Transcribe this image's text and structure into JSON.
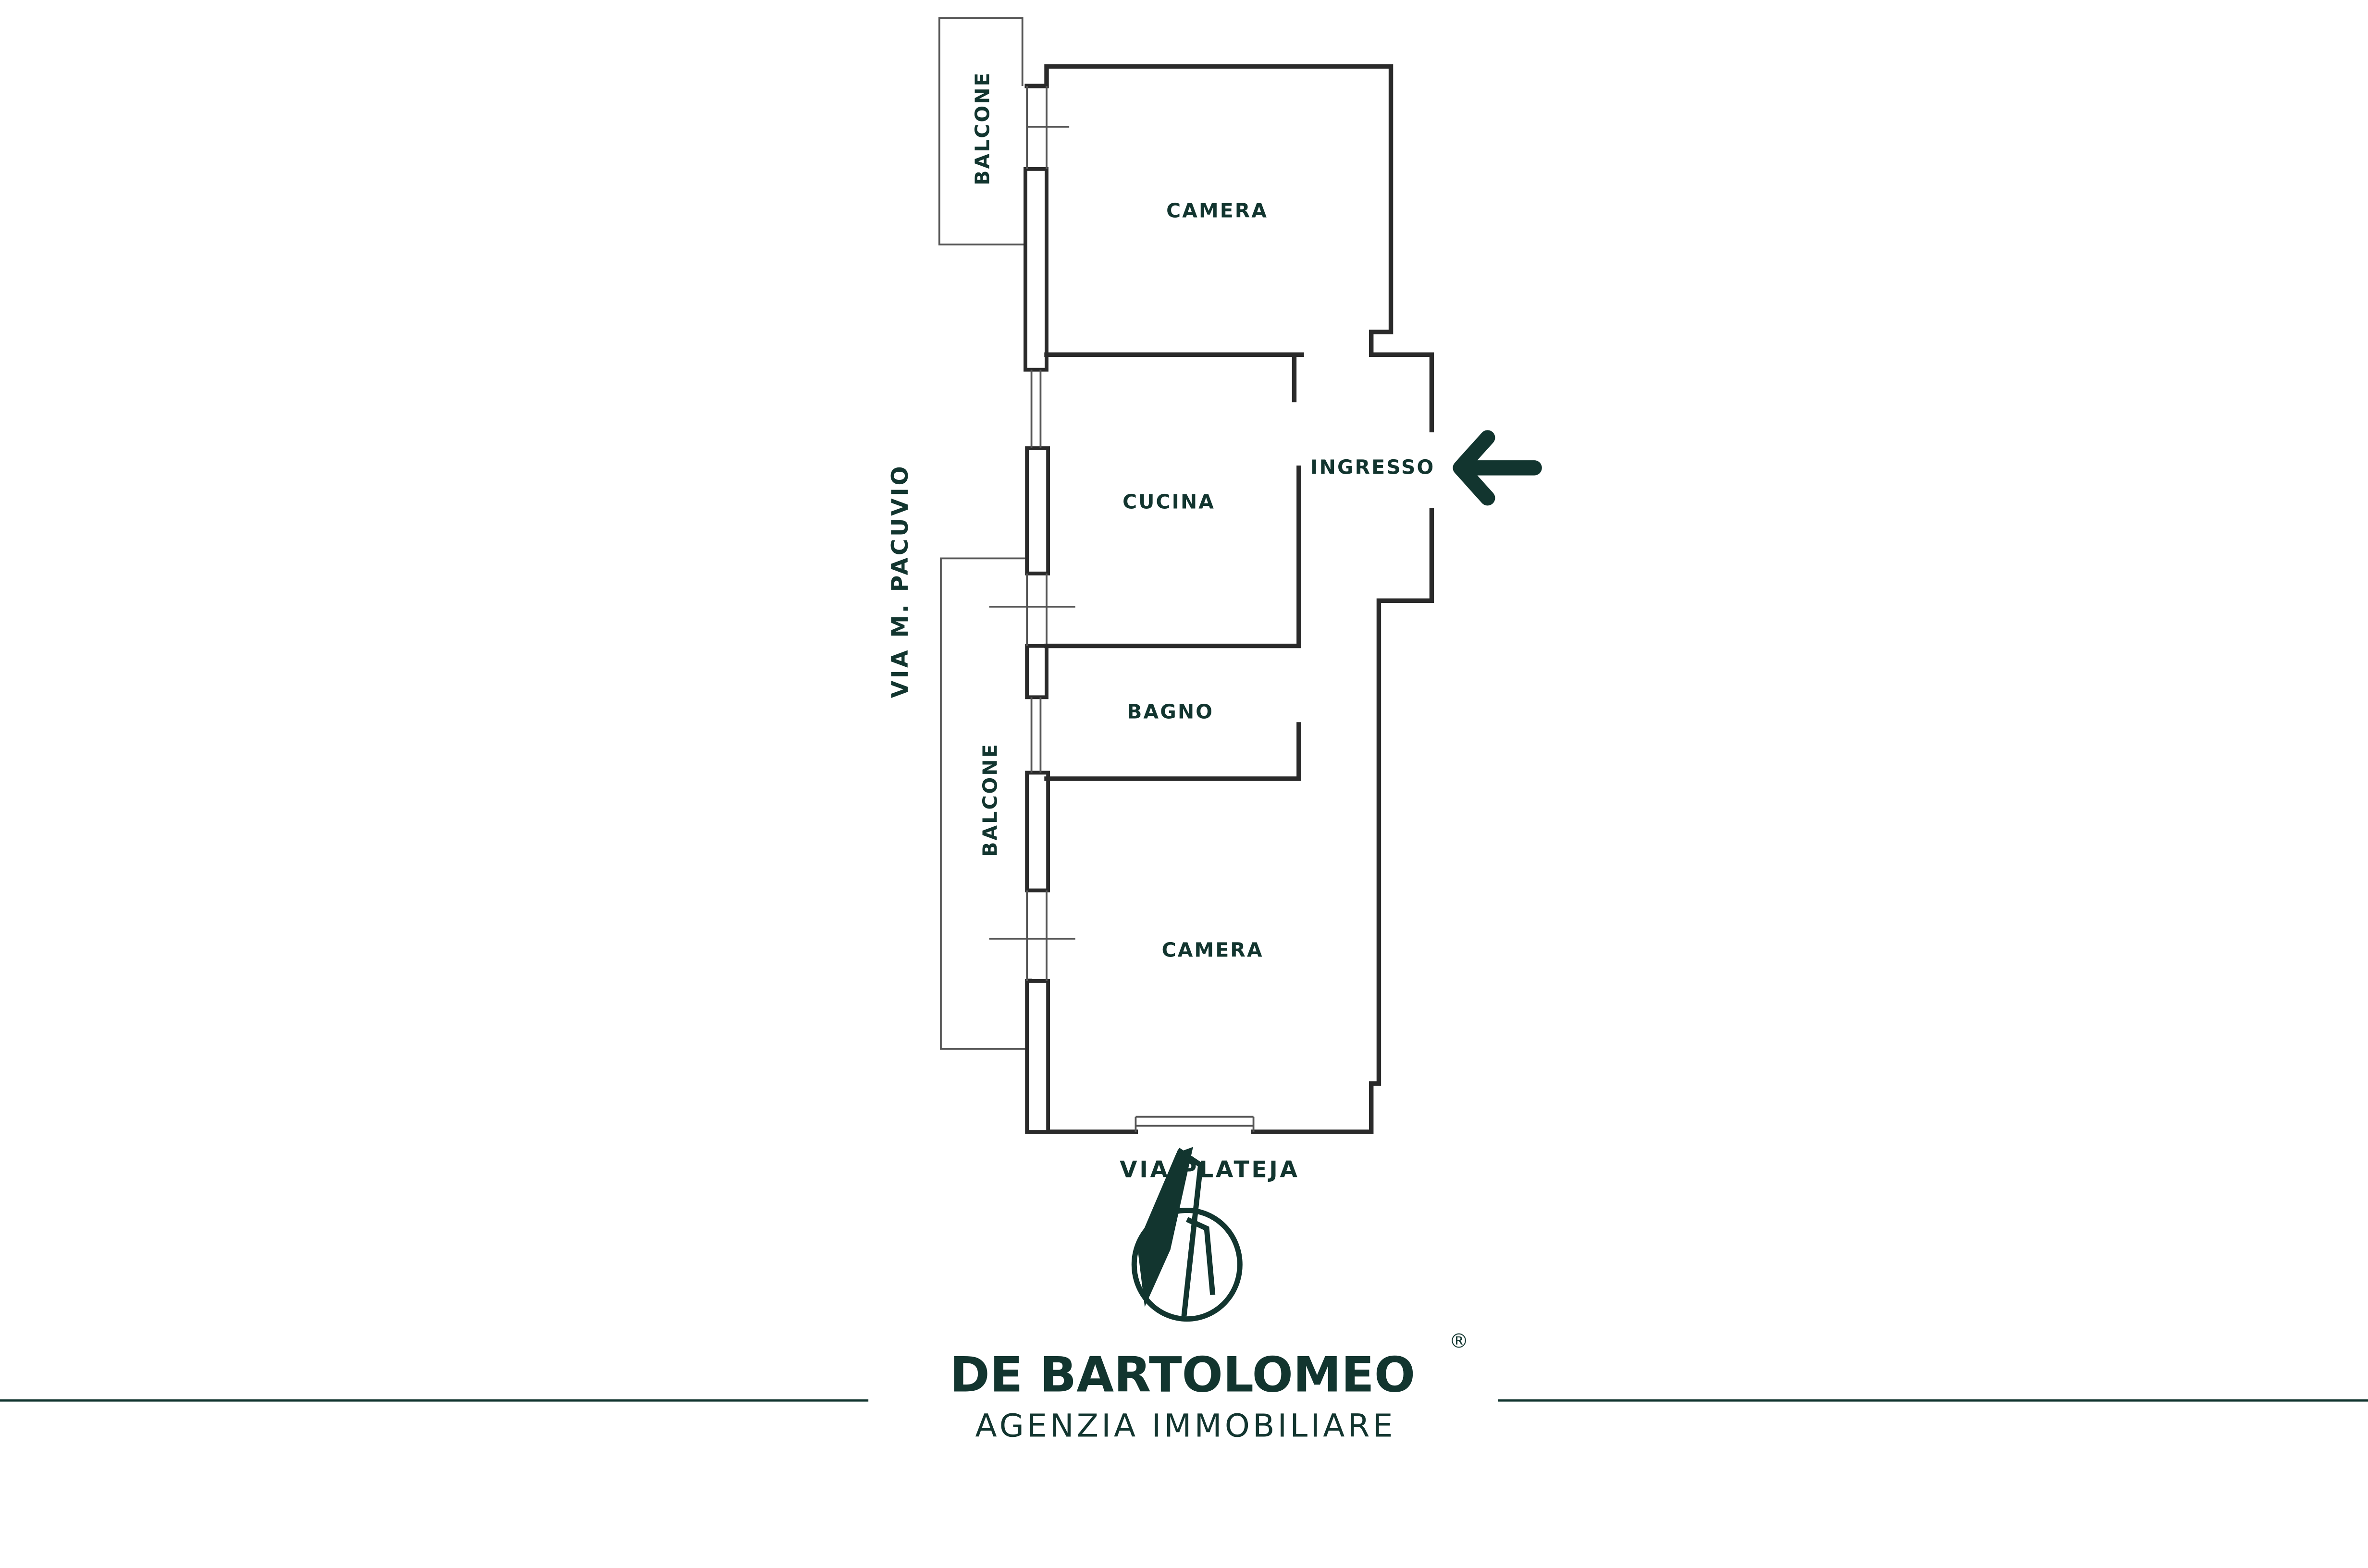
{
  "colors": {
    "accent": "#12352f",
    "wall": "#2a2a2a",
    "background": "#ffffff"
  },
  "floorplan": {
    "rooms": {
      "camera_top": "CAMERA",
      "cucina": "CUCINA",
      "ingresso": "INGRESSO",
      "bagno": "BAGNO",
      "camera_bottom": "CAMERA",
      "balcone_top": "BALCONE",
      "balcone_bottom": "BALCONE"
    },
    "streets": {
      "left": "VIA M. PACUVIO",
      "bottom": "VIA PLATEJA"
    },
    "entrance_icon": "arrow-left-icon"
  },
  "brand": {
    "name": "DE BARTOLOMEO",
    "registered": "®",
    "tagline": "AGENZIA IMMOBILIARE",
    "logo_icon": "building-circle-logo-icon"
  }
}
